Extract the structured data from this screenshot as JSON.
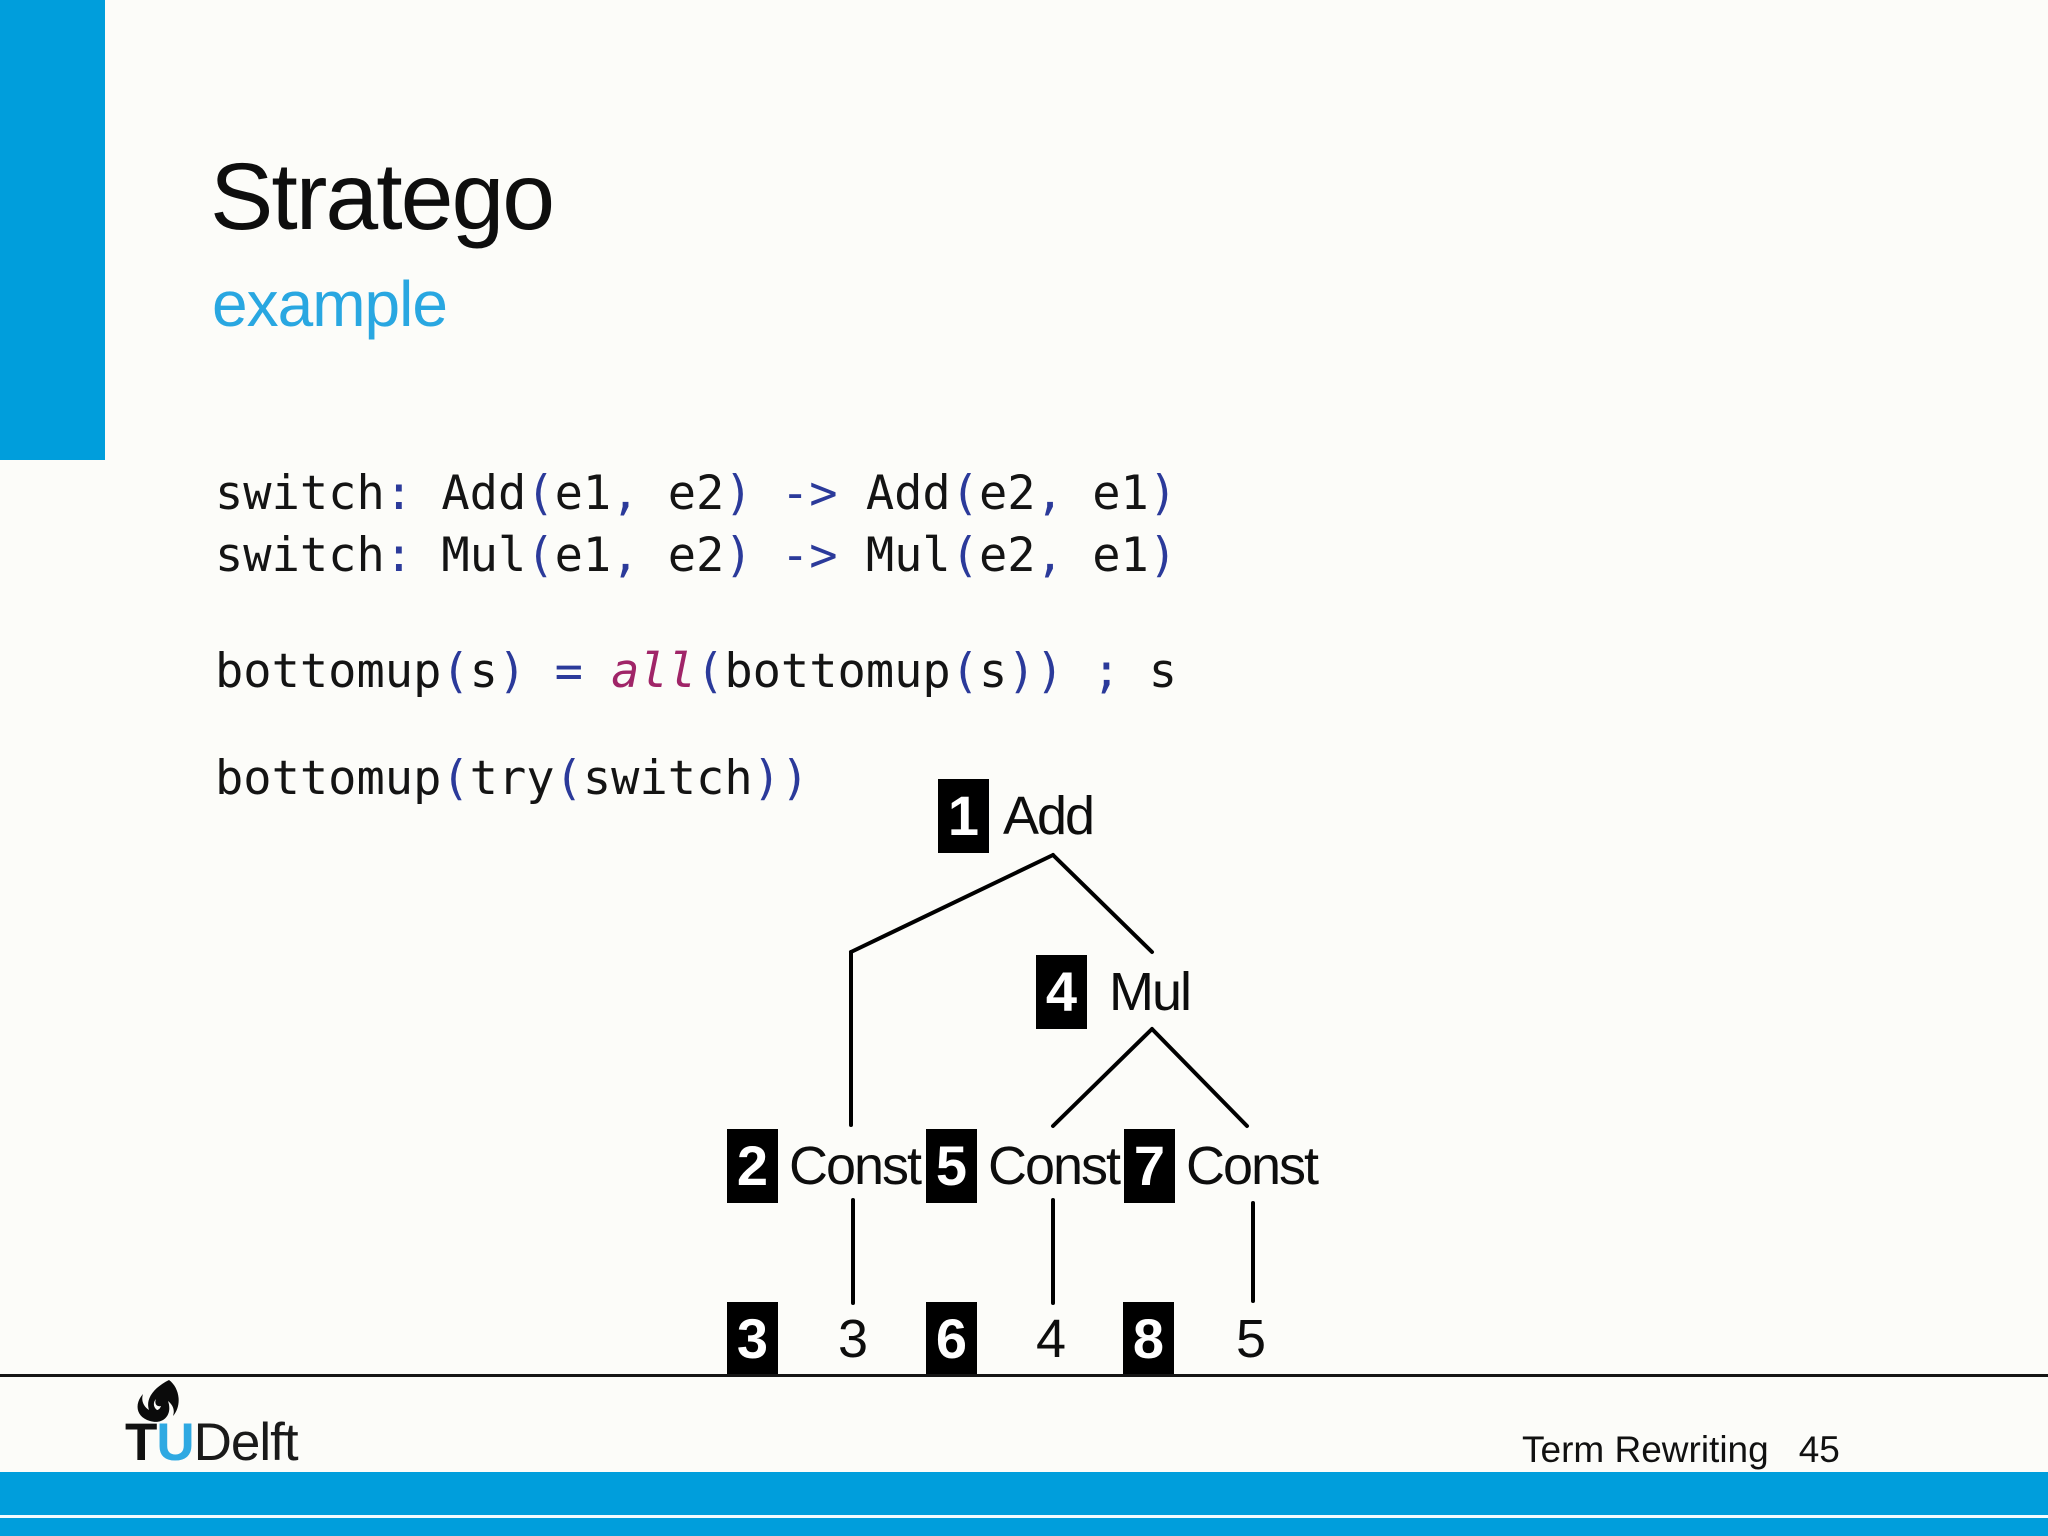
{
  "slide": {
    "title": "Stratego",
    "subtitle": "example",
    "footer": {
      "course": "Term Rewriting",
      "page": "45"
    },
    "logo": {
      "t": "T",
      "u": "U",
      "delft": "Delft",
      "flame_icon": "tudelft-flame-icon"
    }
  },
  "colors": {
    "accent_cyan_bar": "#009EDC",
    "subtitle_cyan": "#29A7E1",
    "logo_u_cyan": "#2FA9E2",
    "code_identifier": "#141414",
    "code_punctuation": "#2B3A9A",
    "code_keyword": "#A02568",
    "node_box_bg": "#000000",
    "node_box_text": "#FFFFFF"
  },
  "code": {
    "lines": [
      [
        [
          "switch",
          "id"
        ],
        [
          ": ",
          "pu"
        ],
        [
          "Add",
          "id"
        ],
        [
          "(",
          "pu"
        ],
        [
          "e1",
          "id"
        ],
        [
          ", ",
          "pu"
        ],
        [
          "e2",
          "id"
        ],
        [
          ")",
          "pu"
        ],
        [
          " ",
          "id"
        ],
        [
          "->",
          "pu"
        ],
        [
          " ",
          "id"
        ],
        [
          "Add",
          "id"
        ],
        [
          "(",
          "pu"
        ],
        [
          "e2",
          "id"
        ],
        [
          ", ",
          "pu"
        ],
        [
          "e1",
          "id"
        ],
        [
          ")",
          "pu"
        ]
      ],
      [
        [
          "switch",
          "id"
        ],
        [
          ": ",
          "pu"
        ],
        [
          "Mul",
          "id"
        ],
        [
          "(",
          "pu"
        ],
        [
          "e1",
          "id"
        ],
        [
          ", ",
          "pu"
        ],
        [
          "e2",
          "id"
        ],
        [
          ")",
          "pu"
        ],
        [
          " ",
          "id"
        ],
        [
          "->",
          "pu"
        ],
        [
          " ",
          "id"
        ],
        [
          "Mul",
          "id"
        ],
        [
          "(",
          "pu"
        ],
        [
          "e2",
          "id"
        ],
        [
          ", ",
          "pu"
        ],
        [
          "e1",
          "id"
        ],
        [
          ")",
          "pu"
        ]
      ],
      [
        [
          "bottomup",
          "id"
        ],
        [
          "(",
          "pu"
        ],
        [
          "s",
          "id"
        ],
        [
          ")",
          "pu"
        ],
        [
          " ",
          "id"
        ],
        [
          "=",
          "pu"
        ],
        [
          " ",
          "id"
        ],
        [
          "all",
          "kw"
        ],
        [
          "(",
          "pu"
        ],
        [
          "bottomup",
          "id"
        ],
        [
          "(",
          "pu"
        ],
        [
          "s",
          "id"
        ],
        [
          "))",
          "pu"
        ],
        [
          " ",
          "id"
        ],
        [
          ";",
          "pu"
        ],
        [
          " ",
          "id"
        ],
        [
          "s",
          "id"
        ]
      ],
      [
        [
          "bottomup",
          "id"
        ],
        [
          "(",
          "pu"
        ],
        [
          "try",
          "id"
        ],
        [
          "(",
          "pu"
        ],
        [
          "switch",
          "id"
        ],
        [
          "))",
          "pu"
        ]
      ]
    ]
  },
  "tree": {
    "nodes": [
      {
        "tag": "1",
        "label": "Add"
      },
      {
        "tag": "4",
        "label": "Mul"
      },
      {
        "tag": "2",
        "label": "Const"
      },
      {
        "tag": "5",
        "label": "Const"
      },
      {
        "tag": "7",
        "label": "Const"
      },
      {
        "tag": "3",
        "label": "3"
      },
      {
        "tag": "6",
        "label": "4"
      },
      {
        "tag": "8",
        "label": "5"
      }
    ],
    "edges": [
      [
        "1",
        "2"
      ],
      [
        "1",
        "4"
      ],
      [
        "4",
        "5"
      ],
      [
        "4",
        "7"
      ],
      [
        "2",
        "3"
      ],
      [
        "5",
        "6"
      ],
      [
        "7",
        "8"
      ]
    ]
  }
}
